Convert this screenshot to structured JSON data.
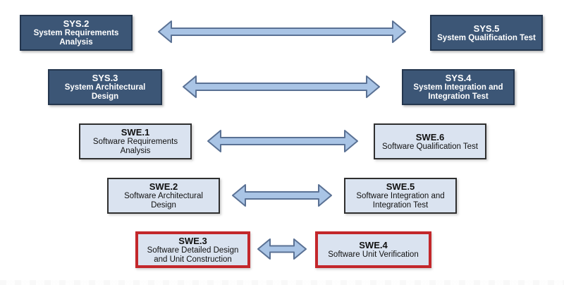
{
  "colors": {
    "dark-box-fill": "#3C5676",
    "dark-box-border": "#24364E",
    "dark-box-text": "#FFFFFF",
    "light-box-fill": "#DAE3F0",
    "light-box-border": "#2F2F2F",
    "light-box-text": "#111111",
    "highlight-border": "#C3272B",
    "arrow-fill": "#A9C4E5",
    "arrow-stroke": "#5A7194"
  },
  "pairs": [
    {
      "left": {
        "id": "SYS.2",
        "name": "System Requirements Analysis"
      },
      "right": {
        "id": "SYS.5",
        "name": "System Qualification Test"
      }
    },
    {
      "left": {
        "id": "SYS.3",
        "name": "System Architectural Design"
      },
      "right": {
        "id": "SYS.4",
        "name": "System Integration and Integration Test"
      }
    },
    {
      "left": {
        "id": "SWE.1",
        "name": "Software Requirements Analysis"
      },
      "right": {
        "id": "SWE.6",
        "name": "Software Qualification Test"
      }
    },
    {
      "left": {
        "id": "SWE.2",
        "name": "Software Architectural Design"
      },
      "right": {
        "id": "SWE.5",
        "name": "Software Integration and Integration Test"
      }
    },
    {
      "left": {
        "id": "SWE.3",
        "name": "Software Detailed Design and Unit Construction",
        "highlighted": "true"
      },
      "right": {
        "id": "SWE.4",
        "name": "Software Unit Verification",
        "highlighted": "true"
      }
    }
  ]
}
